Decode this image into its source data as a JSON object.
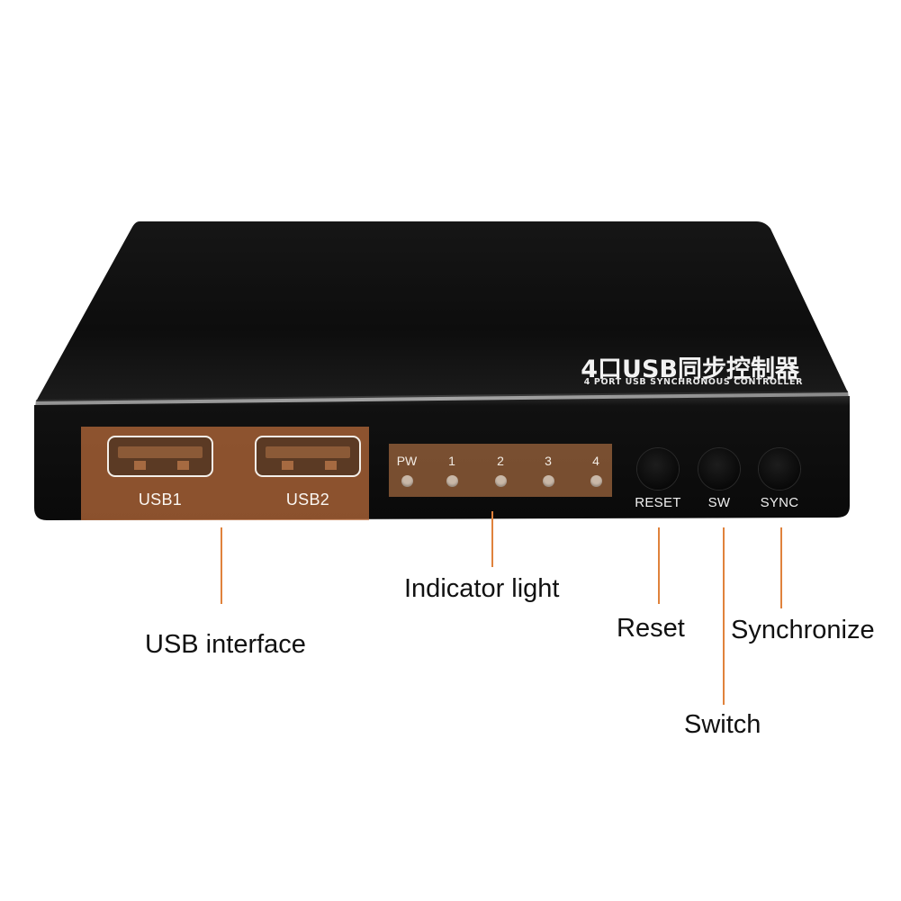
{
  "device": {
    "title_cn": "4口USB同步控制器",
    "title_en": "4 PORT USB SYNCHRONOUS CONTROLLER",
    "body_color": "#0c0c0c",
    "highlight_color": "#be6e3c",
    "callout_color": "#e0823c"
  },
  "usb_ports": [
    {
      "label": "USB1"
    },
    {
      "label": "USB2"
    }
  ],
  "indicators": [
    {
      "label": "PW"
    },
    {
      "label": "1"
    },
    {
      "label": "2"
    },
    {
      "label": "3"
    },
    {
      "label": "4"
    }
  ],
  "buttons": [
    {
      "label": "RESET"
    },
    {
      "label": "SW"
    },
    {
      "label": "SYNC"
    }
  ],
  "callouts": {
    "usb": "USB interface",
    "indicator": "Indicator light",
    "reset": "Reset",
    "switch": "Switch",
    "sync": "Synchronize"
  }
}
